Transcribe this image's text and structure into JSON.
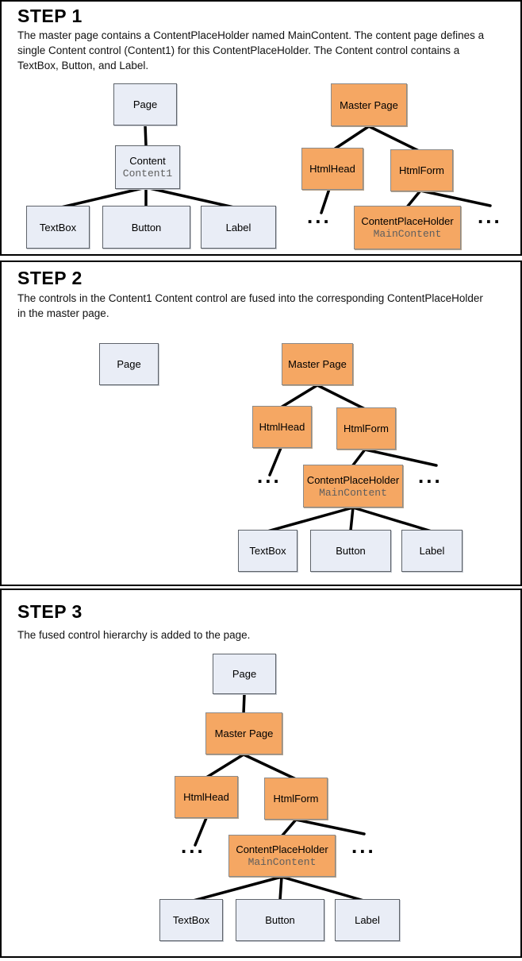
{
  "colors": {
    "blue_fill": "#e9edf6",
    "blue_border": "#5f646b",
    "orange_fill": "#f5a763",
    "orange_border": "#8b8b8b",
    "edge": "#000000",
    "mono_text": "#5e5e5e",
    "panel_border": "#000000"
  },
  "labels": {
    "page": "Page",
    "content": "Content",
    "content_id": "Content1",
    "textbox": "TextBox",
    "button": "Button",
    "label": "Label",
    "master_page": "Master Page",
    "html_head": "HtmlHead",
    "html_form": "HtmlForm",
    "content_placeholder": "ContentPlaceHolder",
    "content_placeholder_id": "MainContent",
    "ellipsis": "..."
  },
  "steps": [
    {
      "title": "STEP 1",
      "lines": [
        "The master page contains a ContentPlaceHolder named MainContent. The content page defines a",
        "single Content control (Content1) for this ContentPlaceHolder. The Content control contains a",
        "TextBox, Button, and Label."
      ]
    },
    {
      "title": "STEP 2",
      "lines": [
        "The controls in the Content1 Content control are fused into the corresponding ContentPlaceHolder",
        "in the master page."
      ]
    },
    {
      "title": "STEP 3",
      "lines": [
        "The fused control hierarchy is added to the page."
      ]
    }
  ],
  "structure": {
    "step1_content_page_tree": [
      [
        "Page",
        "Content (Content1)"
      ],
      [
        "Content (Content1)",
        "TextBox"
      ],
      [
        "Content (Content1)",
        "Button"
      ],
      [
        "Content (Content1)",
        "Label"
      ]
    ],
    "step1_master_page_tree": [
      [
        "Master Page",
        "HtmlHead"
      ],
      [
        "Master Page",
        "HtmlForm"
      ],
      [
        "HtmlHead",
        "..."
      ],
      [
        "HtmlForm",
        "ContentPlaceHolder (MainContent)"
      ],
      [
        "HtmlForm",
        "..."
      ]
    ],
    "step2_tree": [
      [
        "Master Page",
        "HtmlHead"
      ],
      [
        "Master Page",
        "HtmlForm"
      ],
      [
        "HtmlHead",
        "..."
      ],
      [
        "HtmlForm",
        "ContentPlaceHolder (MainContent)"
      ],
      [
        "HtmlForm",
        "..."
      ],
      [
        "ContentPlaceHolder (MainContent)",
        "TextBox"
      ],
      [
        "ContentPlaceHolder (MainContent)",
        "Button"
      ],
      [
        "ContentPlaceHolder (MainContent)",
        "Label"
      ]
    ],
    "step2_standalone": [
      "Page"
    ],
    "step3_tree": [
      [
        "Page",
        "Master Page"
      ],
      [
        "Master Page",
        "HtmlHead"
      ],
      [
        "Master Page",
        "HtmlForm"
      ],
      [
        "HtmlHead",
        "..."
      ],
      [
        "HtmlForm",
        "ContentPlaceHolder (MainContent)"
      ],
      [
        "HtmlForm",
        "..."
      ],
      [
        "ContentPlaceHolder (MainContent)",
        "TextBox"
      ],
      [
        "ContentPlaceHolder (MainContent)",
        "Button"
      ],
      [
        "ContentPlaceHolder (MainContent)",
        "Label"
      ]
    ]
  }
}
